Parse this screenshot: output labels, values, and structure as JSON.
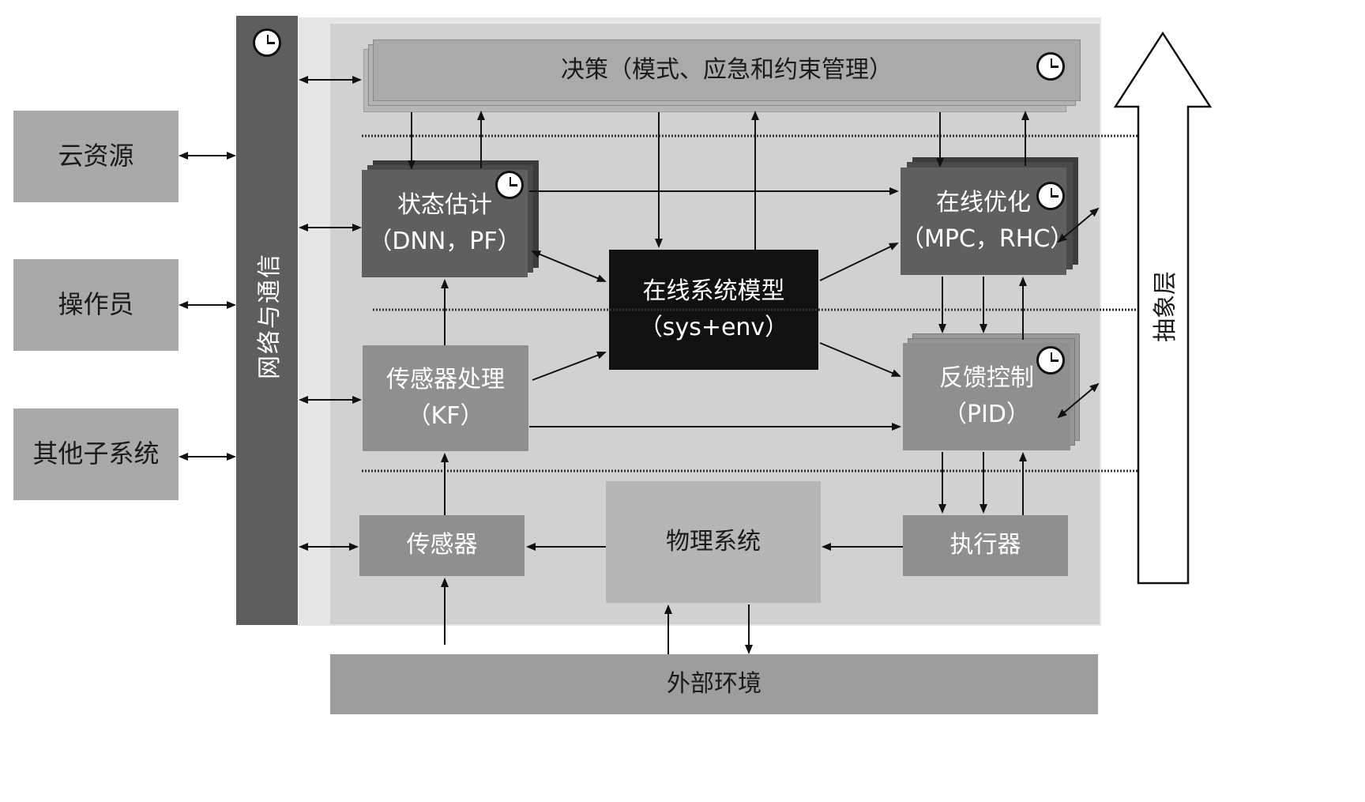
{
  "left_nodes": {
    "cloud": "云资源",
    "operator": "操作员",
    "other_subsystems": "其他子系统"
  },
  "network_bar": "网络与通信",
  "decision": "决策（模式、应急和约束管理）",
  "state_estimation": {
    "title": "状态估计",
    "subtitle": "（DNN，PF）"
  },
  "online_model": {
    "title": "在线系统模型",
    "subtitle": "（sys+env）"
  },
  "online_optimization": {
    "title": "在线优化",
    "subtitle": "（MPC，RHC）"
  },
  "sensor_processing": {
    "title": "传感器处理",
    "subtitle": "（KF）"
  },
  "feedback_control": {
    "title": "反馈控制",
    "subtitle": "（PID）"
  },
  "sensor": "传感器",
  "physical_system": "物理系统",
  "actuator": "执行器",
  "environment": "外部环境",
  "abstraction": "抽象层",
  "colors": {
    "dark_box": "#5f5f5f",
    "mid_box": "#8f8f8f",
    "light_box": "#a9a9a9",
    "panel": "#d2d2d2",
    "black_box": "#111111"
  }
}
